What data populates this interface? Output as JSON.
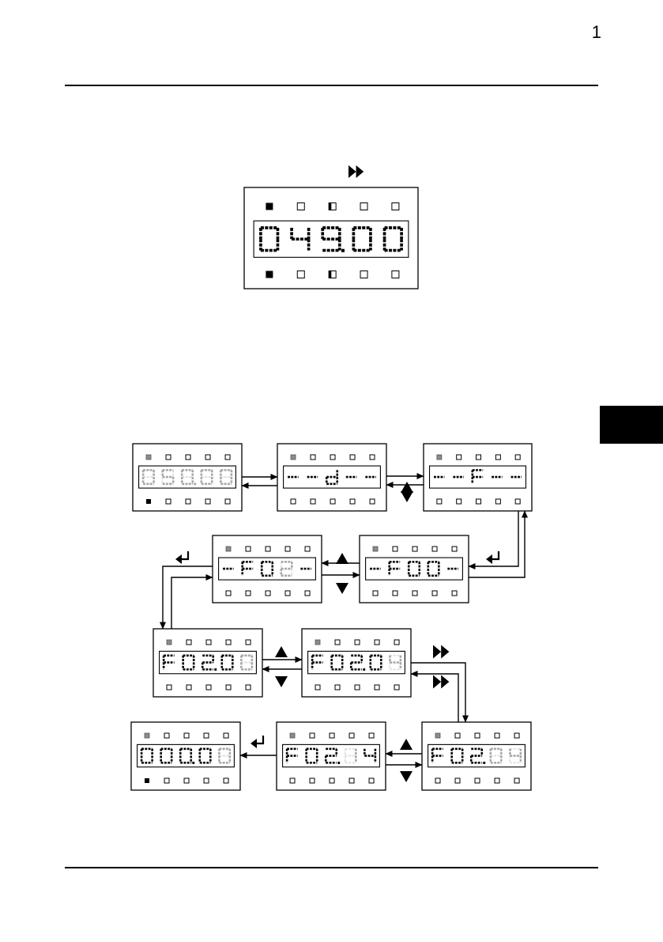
{
  "page": {
    "number": "1"
  },
  "colors": {
    "ink": "#000000",
    "dim": "#a6a6a6",
    "faint": "#dddddd",
    "indicator_grey": "#8c8c8c"
  },
  "shift_key_icon": "fast-forward-double-triangle-icon",
  "top_display": {
    "digits": [
      "0",
      "4",
      "9.",
      "0",
      "0"
    ],
    "dim": [
      false,
      false,
      false,
      false,
      false
    ],
    "top_indicators": [
      "filled",
      "empty",
      "half",
      "empty",
      "empty"
    ],
    "bottom_indicators": [
      "filled",
      "empty",
      "half",
      "empty",
      "empty"
    ]
  },
  "flow_panels": [
    {
      "id": "p1",
      "digits": [
        "0",
        "5",
        "0.",
        "0",
        "0"
      ],
      "dim": [
        true,
        true,
        true,
        true,
        true
      ],
      "top_led": "grey",
      "bottom_led": "filled"
    },
    {
      "id": "p2",
      "digits": [
        "-",
        "-",
        "d",
        "-",
        "-"
      ],
      "dim": [
        false,
        false,
        false,
        false,
        false
      ],
      "top_led": "grey",
      "bottom_led": "empty"
    },
    {
      "id": "p3",
      "digits": [
        "-",
        "-",
        "F",
        "-",
        "-"
      ],
      "dim": [
        false,
        false,
        false,
        false,
        false
      ],
      "top_led": "grey",
      "bottom_led": "empty"
    },
    {
      "id": "p4",
      "digits": [
        "-",
        "F",
        "0",
        "2",
        "-"
      ],
      "dim": [
        false,
        false,
        false,
        true,
        false
      ],
      "top_led": "grey",
      "bottom_led": "empty"
    },
    {
      "id": "p5",
      "digits": [
        "-",
        "F",
        "0",
        "0",
        "-"
      ],
      "dim": [
        false,
        false,
        false,
        false,
        false
      ],
      "top_led": "grey",
      "bottom_led": "empty"
    },
    {
      "id": "p6",
      "digits": [
        "F",
        "0",
        "2.",
        "0",
        "0"
      ],
      "dim": [
        false,
        false,
        false,
        false,
        true
      ],
      "top_led": "grey",
      "bottom_led": "empty"
    },
    {
      "id": "p7",
      "digits": [
        "F",
        "0",
        "2.",
        "0",
        "4"
      ],
      "dim": [
        false,
        false,
        false,
        false,
        true
      ],
      "top_led": "grey",
      "bottom_led": "empty"
    },
    {
      "id": "p8",
      "digits": [
        "0",
        "0",
        "0.",
        "0",
        "0"
      ],
      "dim": [
        false,
        false,
        false,
        false,
        true
      ],
      "top_led": "grey",
      "bottom_led": "filled"
    },
    {
      "id": "p9",
      "digits": [
        "F",
        "0",
        "2.",
        "1",
        "4"
      ],
      "dim": [
        false,
        false,
        false,
        true,
        false
      ],
      "top_led": "grey",
      "bottom_led": "empty"
    },
    {
      "id": "p10",
      "digits": [
        "F",
        "0",
        "2.",
        "0",
        "4"
      ],
      "dim": [
        false,
        false,
        false,
        true,
        true
      ],
      "top_led": "grey",
      "bottom_led": "empty"
    }
  ]
}
